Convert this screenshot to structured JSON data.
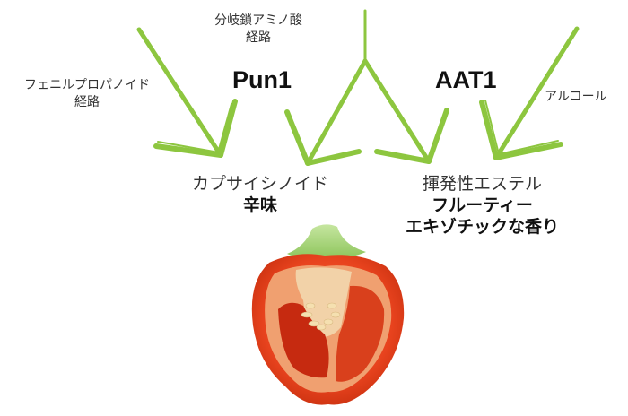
{
  "diagram": {
    "precursors": {
      "phenylpropanoid": {
        "line1": "フェニルプロパノイド",
        "line2": "経路"
      },
      "branched_amino_acid": {
        "line1": "分岐鎖アミノ酸",
        "line2": "経路"
      },
      "alcohol": {
        "label": "アルコール"
      }
    },
    "enzymes": {
      "pun1": "Pun1",
      "aat1": "AAT1"
    },
    "products": {
      "capsaicinoid": {
        "name": "カプサイシノイド",
        "trait": "辛味"
      },
      "volatile_ester": {
        "name": "揮発性エステル",
        "trait_line1": "フルーティー",
        "trait_line2": "エキゾチックな香り"
      }
    },
    "image": {
      "subject": "halved-red-pepper"
    },
    "colors": {
      "arrow": "#8dc63f",
      "pepper_skin": "#e8431e",
      "pepper_flesh": "#f2c9a0",
      "stem": "#9fd06a"
    }
  }
}
